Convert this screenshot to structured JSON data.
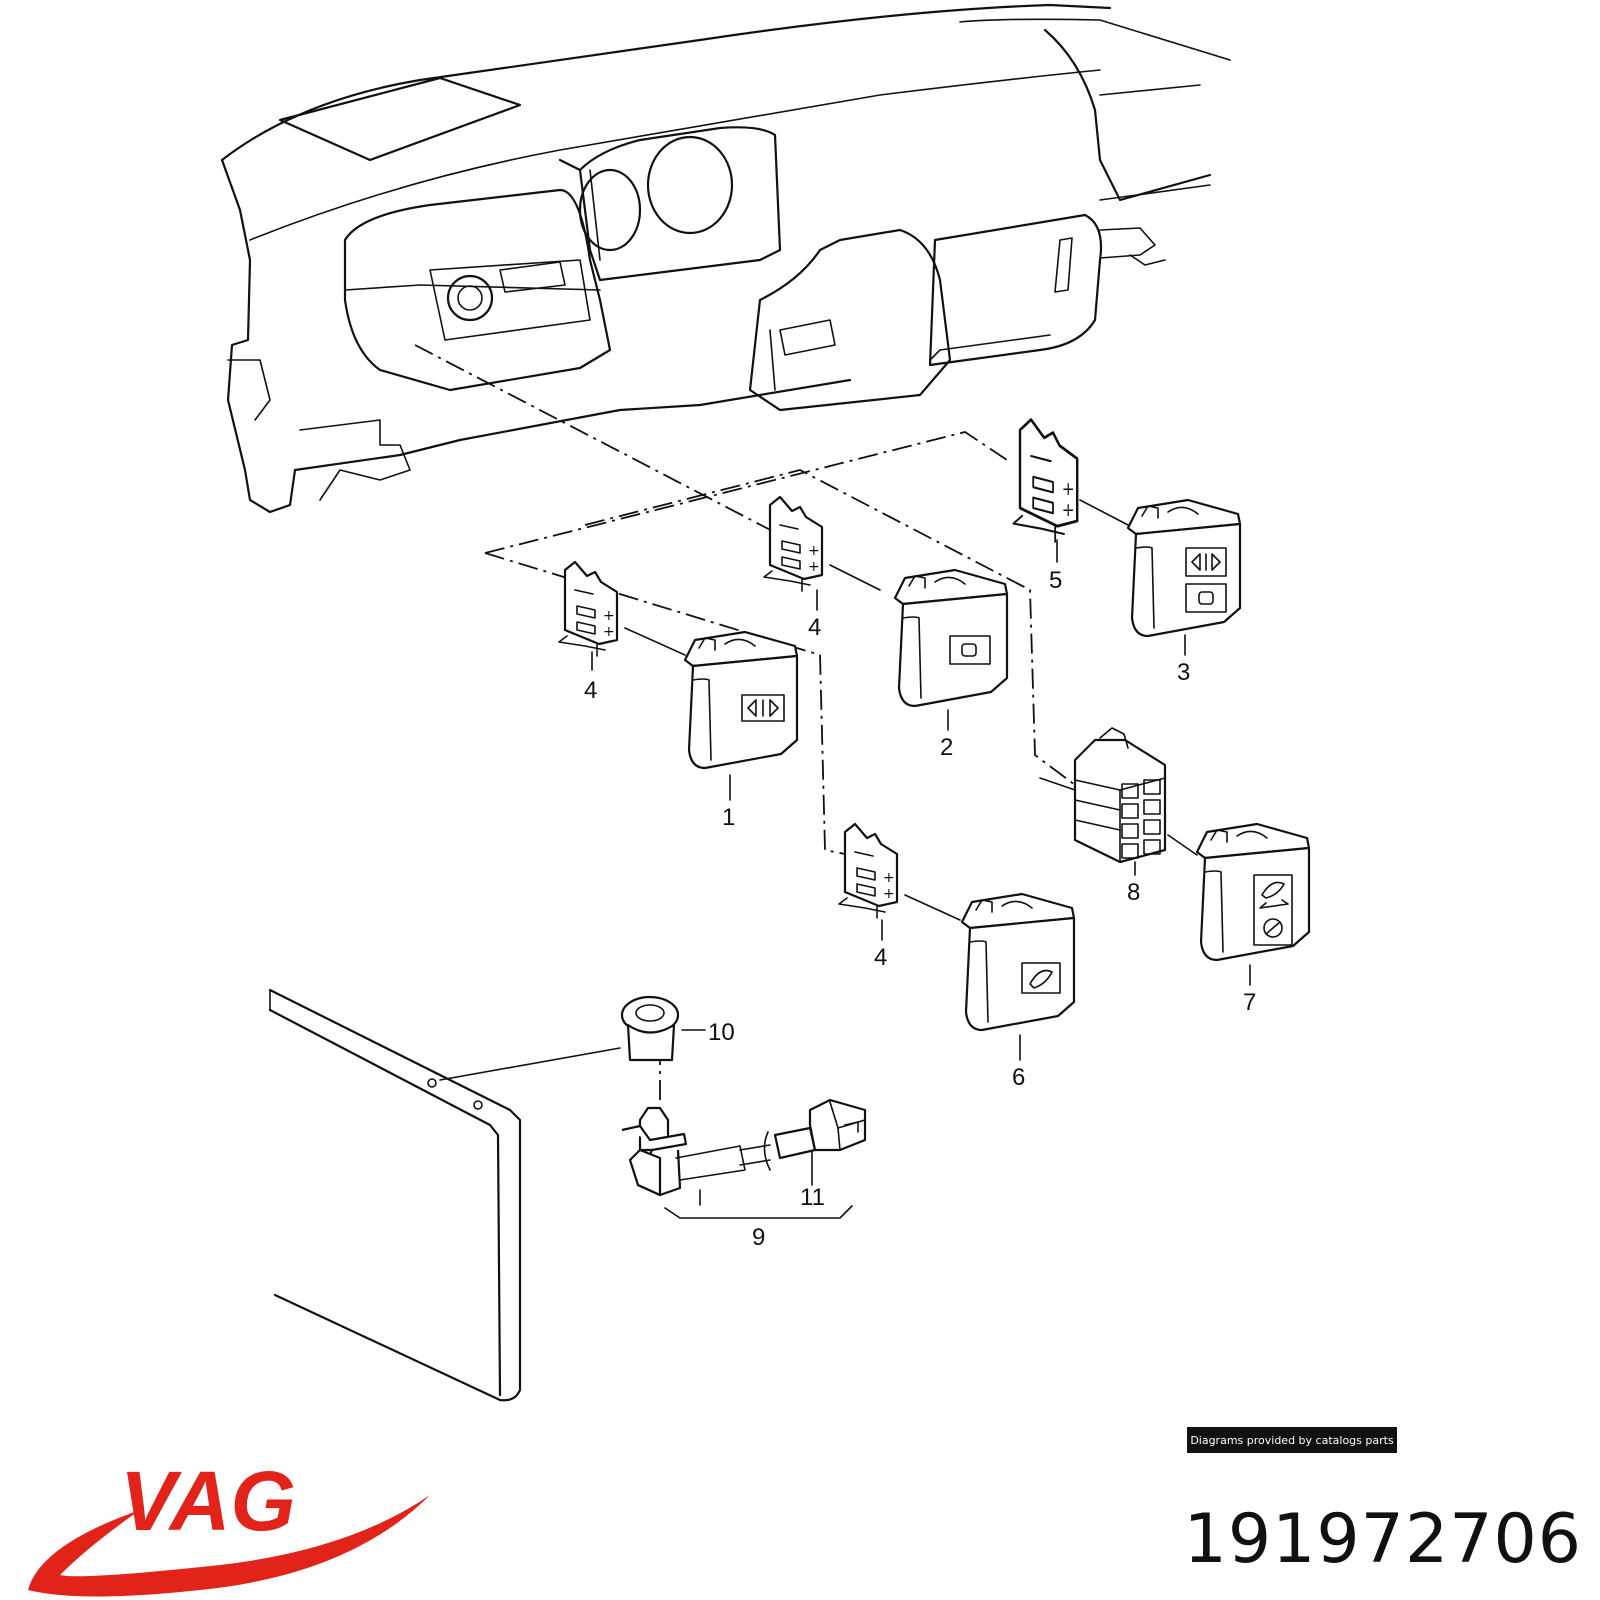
{
  "callouts": [
    {
      "id": "c1",
      "label": "1"
    },
    {
      "id": "c2",
      "label": "2"
    },
    {
      "id": "c3",
      "label": "3"
    },
    {
      "id": "c4a",
      "label": "4"
    },
    {
      "id": "c4b",
      "label": "4"
    },
    {
      "id": "c4c",
      "label": "4"
    },
    {
      "id": "c5",
      "label": "5"
    },
    {
      "id": "c6",
      "label": "6"
    },
    {
      "id": "c7",
      "label": "7"
    },
    {
      "id": "c8",
      "label": "8"
    },
    {
      "id": "c9",
      "label": "9"
    },
    {
      "id": "c10",
      "label": "10"
    },
    {
      "id": "c11",
      "label": "11"
    }
  ],
  "badge_text": "Diagrams provided by catalogs parts",
  "part_number": "191972706",
  "logo_text": "VAG",
  "colors": {
    "logo_red": "#e2231a",
    "line": "#111111",
    "badge_bg": "#111111"
  }
}
